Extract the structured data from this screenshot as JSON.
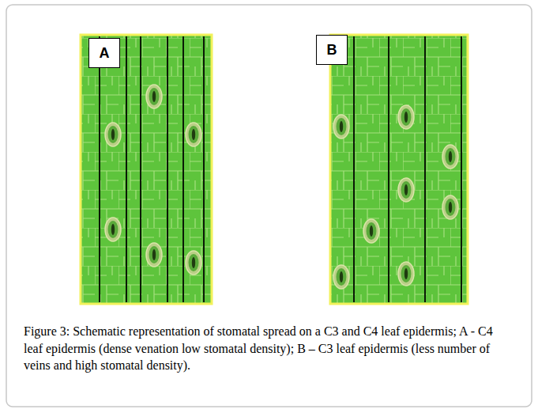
{
  "diagram": {
    "caption": "Figure 3: Schematic representation of stomatal spread on a C3 and C4 leaf epidermis; A - C4 leaf epidermis (dense venation low stomatal density); B – C3 leaf epidermis (less number of veins and high stomatal density).",
    "nodes": [
      {
        "text": [
          "A"
        ]
      },
      {
        "text": [
          "B"
        ]
      }
    ]
  }
}
